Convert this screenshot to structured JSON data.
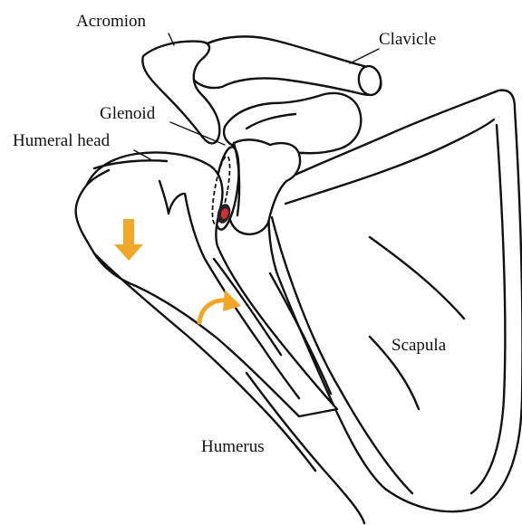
{
  "labels": {
    "acromion": "Acromion",
    "clavicle": "Clavicle",
    "glenoid": "Glenoid",
    "humeral_head": "Humeral head",
    "scapula": "Scapula",
    "humerus": "Humerus"
  },
  "colors": {
    "arrow": "#f0a82a",
    "lesion": "#d0303a",
    "outline": "#111111"
  },
  "icons": {
    "down_arrow": "down-arrow-icon",
    "rotation_arrow": "curved-rotation-arrow-icon"
  }
}
